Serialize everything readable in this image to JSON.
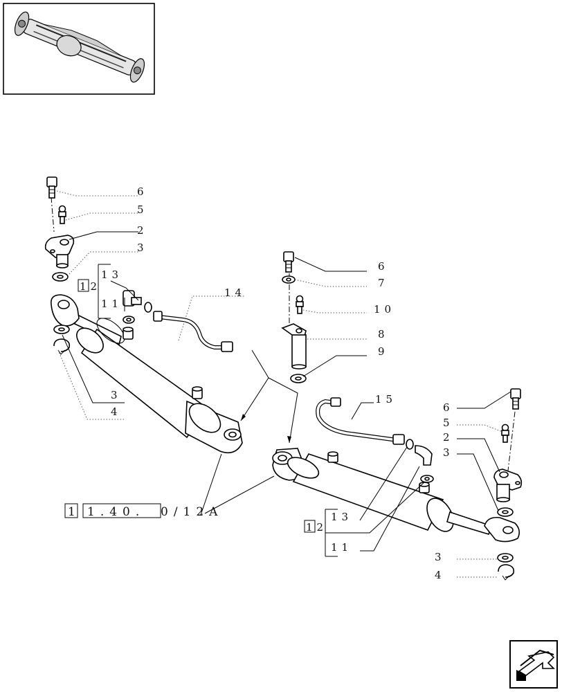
{
  "callouts": {
    "c6a": "6",
    "c5a": "5",
    "c2a": "2",
    "c3a": "3",
    "c13a": "13",
    "c12a": "12",
    "c11a": "11",
    "c14": "14",
    "c3b": "3",
    "c4a": "4",
    "c6b": "6",
    "c7": "7",
    "c10": "10",
    "c8": "8",
    "c9": "9",
    "c15": "15",
    "c6c": "6",
    "c5c": "5",
    "c2c": "2",
    "c3c": "3",
    "c13b": "13",
    "c12b": "12",
    "c11b": "11",
    "c3d": "3",
    "c4d": "4"
  },
  "reference": {
    "box1": "1",
    "box2": "1.40.",
    "tail": "0/12A"
  },
  "icons": {
    "thumbnail": "front-axle-thumbnail",
    "navigation": "next-page-arrow-icon"
  }
}
